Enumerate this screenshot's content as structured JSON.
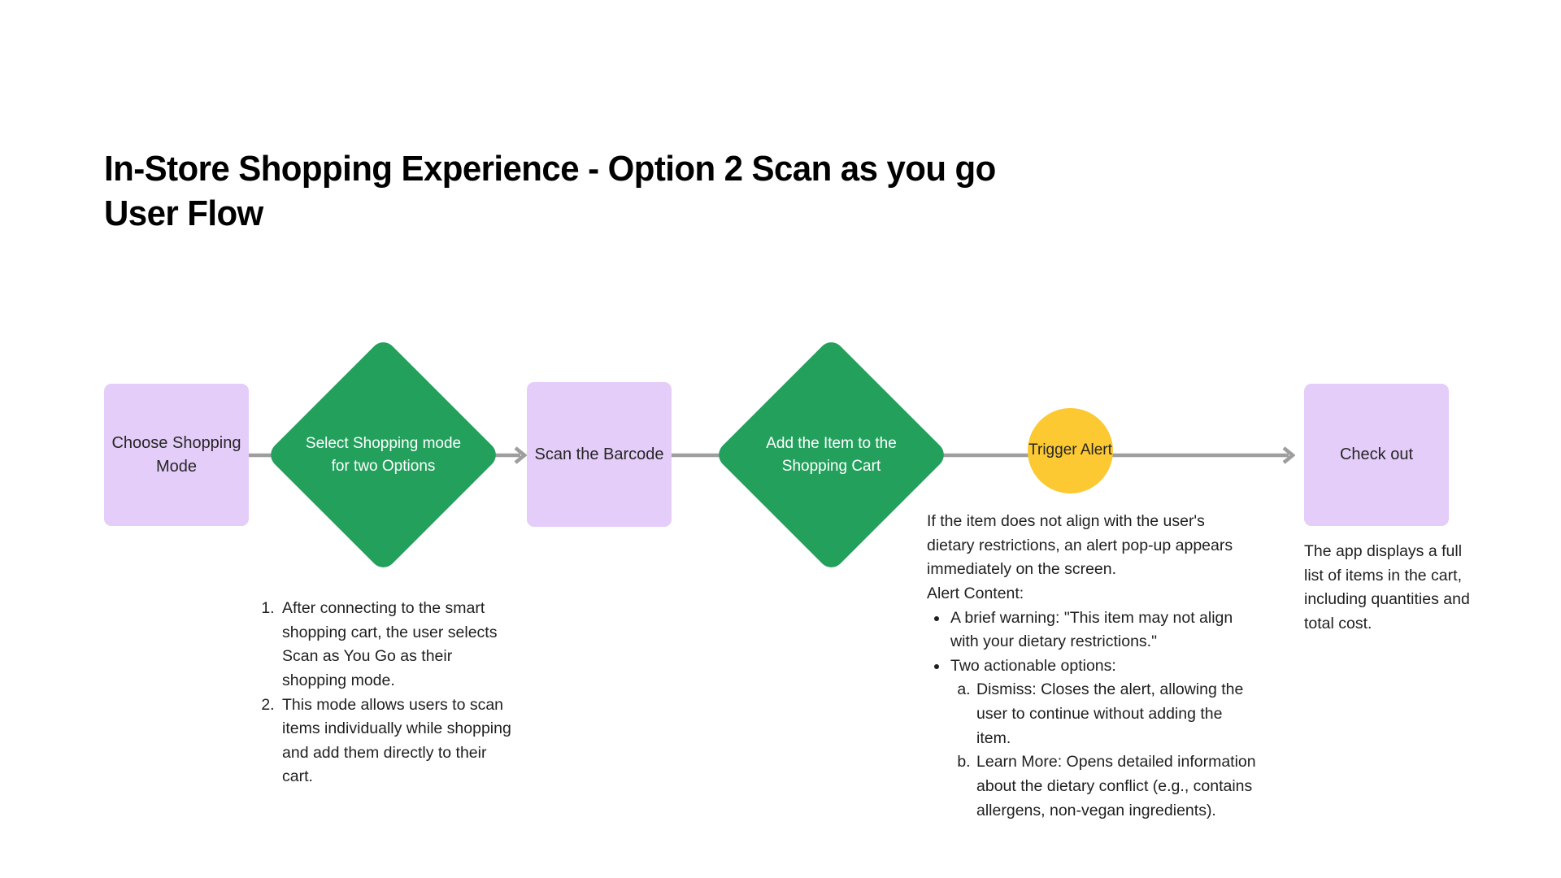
{
  "title": "In-Store Shopping Experience - Option 2 Scan as you go User Flow",
  "colors": {
    "node_rect_fill": "#e4cdf9",
    "node_diamond_fill": "#22a05c",
    "node_circle_fill": "#fcc932",
    "arrow": "#9e9e9e",
    "text": "#1f1f1f",
    "background": "#ffffff"
  },
  "flow": {
    "nodes": [
      {
        "id": "choose-shopping-mode",
        "shape": "rect",
        "label": "Choose Shopping Mode"
      },
      {
        "id": "select-shopping-mode",
        "shape": "diamond",
        "label": "Select Shopping mode for two Options"
      },
      {
        "id": "scan-the-barcode",
        "shape": "rect",
        "label": "Scan the Barcode"
      },
      {
        "id": "add-item-to-cart",
        "shape": "diamond",
        "label": "Add the Item to the Shopping Cart"
      },
      {
        "id": "trigger-alert",
        "shape": "circle",
        "label": "Trigger Alert"
      },
      {
        "id": "check-out",
        "shape": "rect",
        "label": "Check out"
      }
    ],
    "connectors": [
      {
        "from": "choose-shopping-mode",
        "to": "select-shopping-mode"
      },
      {
        "from": "select-shopping-mode",
        "to": "scan-the-barcode"
      },
      {
        "from": "scan-the-barcode",
        "to": "add-item-to-cart"
      },
      {
        "from": "add-item-to-cart",
        "to": "trigger-alert"
      },
      {
        "from": "trigger-alert",
        "to": "check-out"
      }
    ]
  },
  "notes": {
    "shopping_mode": {
      "items": [
        "After connecting to the smart shopping cart, the user selects Scan as You Go as their shopping mode.",
        "This mode allows users to scan items individually while shopping and add them directly to their cart."
      ]
    },
    "alert": {
      "intro_line_1": "If the item does not align with the user's dietary restrictions, an alert pop-up appears immediately on the screen.",
      "intro_line_2": "Alert Content:",
      "bullets": [
        "A brief warning: \"This item may not align with your dietary restrictions.\"",
        "Two actionable options:"
      ],
      "options": [
        "Dismiss: Closes the alert, allowing the user to continue without adding the item.",
        "Learn More: Opens detailed information about the dietary conflict (e.g., contains allergens, non-vegan ingredients)."
      ]
    },
    "checkout": {
      "text": "The app displays a full list of items in the cart, including quantities and total cost."
    }
  }
}
